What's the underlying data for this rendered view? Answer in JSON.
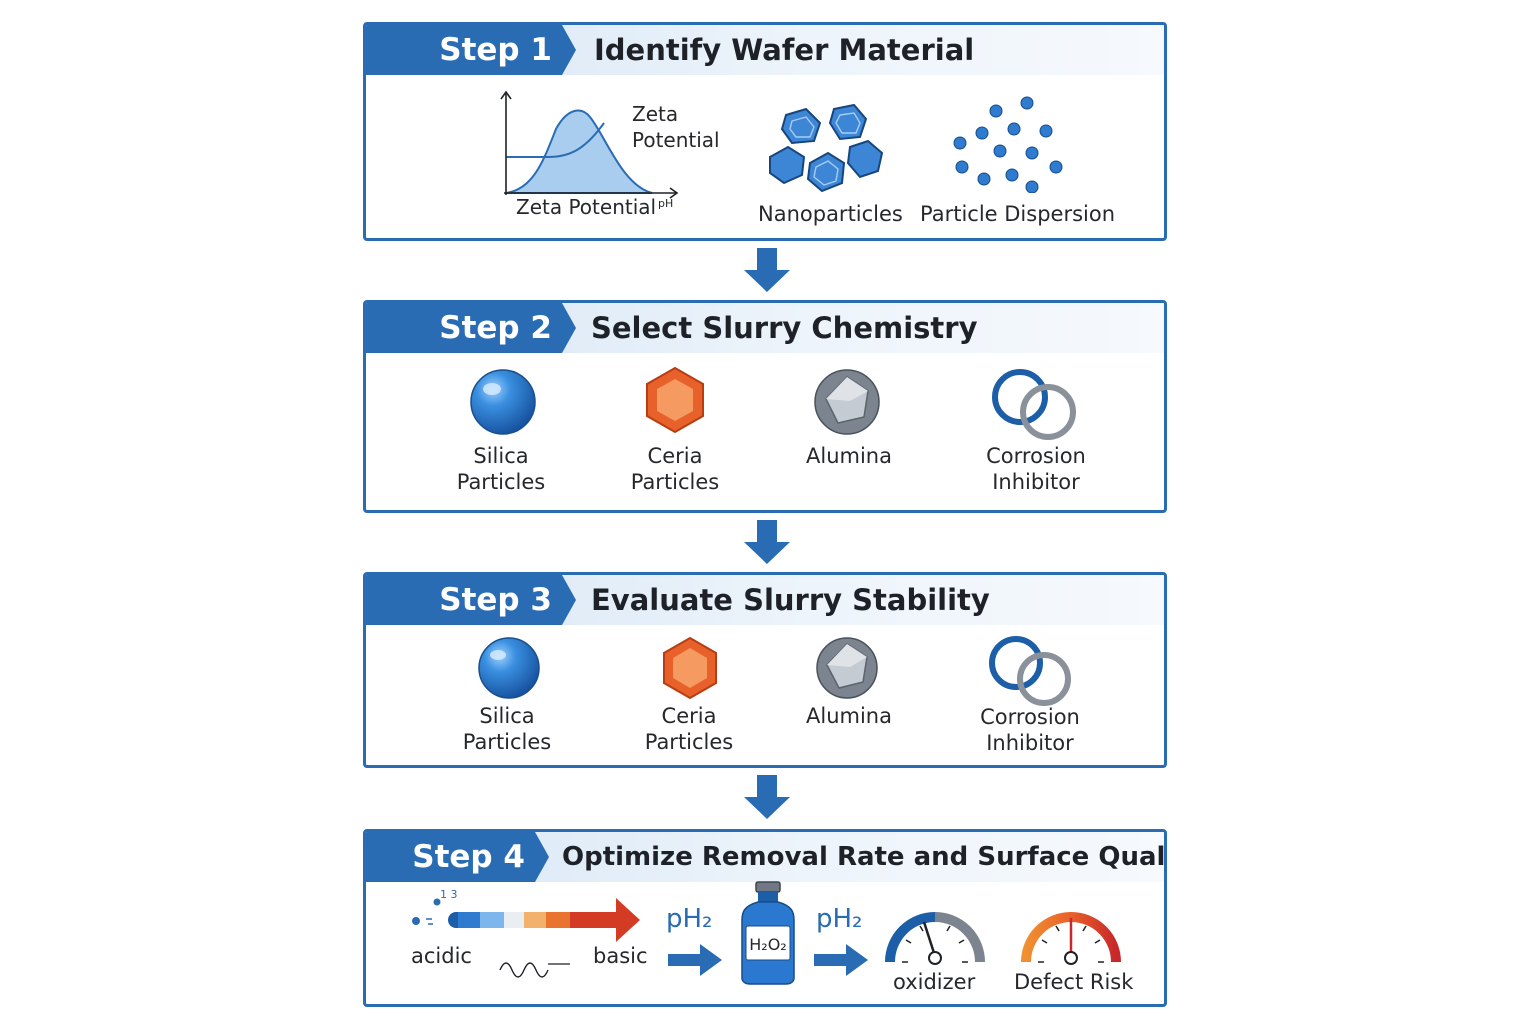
{
  "step1": {
    "tag": "Step 1",
    "title": "Identify Wafer Material",
    "graph_curve_label": "Zeta\nPotential",
    "graph_axis_label": "Zeta Potential",
    "graph_axis_unit": "pH",
    "nanoparticles_label": "Nanoparticles",
    "dispersion_label": "Particle Dispersion"
  },
  "step2": {
    "tag": "Step 2",
    "title": "Select Slurry Chemistry",
    "items": [
      {
        "label": "Silica\nParticles",
        "icon": "blue-sphere-icon"
      },
      {
        "label": "Ceria\nParticles",
        "icon": "orange-hexagon-icon"
      },
      {
        "label": "Alumina",
        "icon": "gray-polyhedron-icon"
      },
      {
        "label": "Corrosion\nInhibitor",
        "icon": "rings-icon"
      }
    ]
  },
  "step3": {
    "tag": "Step 3",
    "title": "Evaluate Slurry Stability",
    "items": [
      {
        "label": "Silica\nParticles",
        "icon": "blue-sphere-icon"
      },
      {
        "label": "Ceria\nParticles",
        "icon": "orange-hexagon-icon"
      },
      {
        "label": "Alumina",
        "icon": "gray-polyhedron-icon"
      },
      {
        "label": "Corrosion\nInhibitor",
        "icon": "rings-icon"
      }
    ]
  },
  "step4": {
    "tag": "Step 4",
    "title": "Optimize Removal Rate and Surface Quality",
    "scale_marks": "1 3",
    "acidic_label": "acidic",
    "basic_label": "basic",
    "ph_label_1": "pH₂",
    "ph_label_2": "pH₂",
    "bottle_label": "H₂O₂",
    "oxidizer_label": "oxidizer",
    "defect_label": "Defect Risk"
  },
  "colors": {
    "primary_blue": "#2a6cb3",
    "ceria_orange": "#e8602a",
    "alumina_gray": "#8a919b",
    "danger_red": "#c8282a"
  }
}
